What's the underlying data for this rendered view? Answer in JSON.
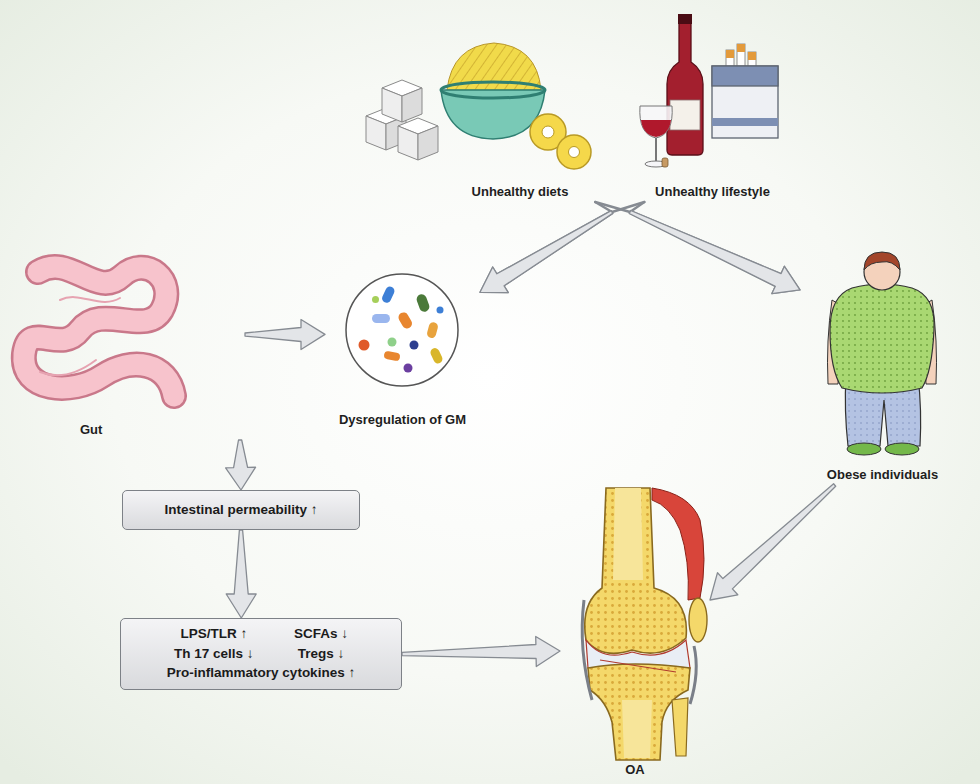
{
  "diagram": {
    "nodes": [
      {
        "text": [
          "Unhealthy diets"
        ]
      },
      {
        "text": [
          "Unhealthy lifestyle"
        ]
      },
      {
        "text": [
          "Gut"
        ]
      },
      {
        "text": [
          "Dysregulation of GM"
        ]
      },
      {
        "text": [
          "Obese individuals"
        ]
      },
      {
        "text": [
          "Intestinal permeability ↑"
        ]
      },
      {
        "text": [
          "LPS/TLR ↑",
          "SCFAs ↓",
          "Th 17 cells ↓",
          "Tregs ↓",
          "Pro-inflammatory cytokines ↑"
        ]
      },
      {
        "text": [
          "OA"
        ]
      }
    ],
    "edges": [
      {
        "from": 0,
        "to": 3,
        "arrow": "to"
      },
      {
        "from": 1,
        "to": 3,
        "arrow": "to"
      },
      {
        "from": 0,
        "to": 4,
        "arrow": "to"
      },
      {
        "from": 1,
        "to": 4,
        "arrow": "to"
      },
      {
        "from": 2,
        "to": 3,
        "arrow": "to"
      },
      {
        "from": 2,
        "to": 5,
        "arrow": "to"
      },
      {
        "from": 5,
        "to": 6,
        "arrow": "to"
      },
      {
        "from": 6,
        "to": 7,
        "arrow": "to"
      },
      {
        "from": 4,
        "to": 7,
        "arrow": "to"
      }
    ]
  }
}
